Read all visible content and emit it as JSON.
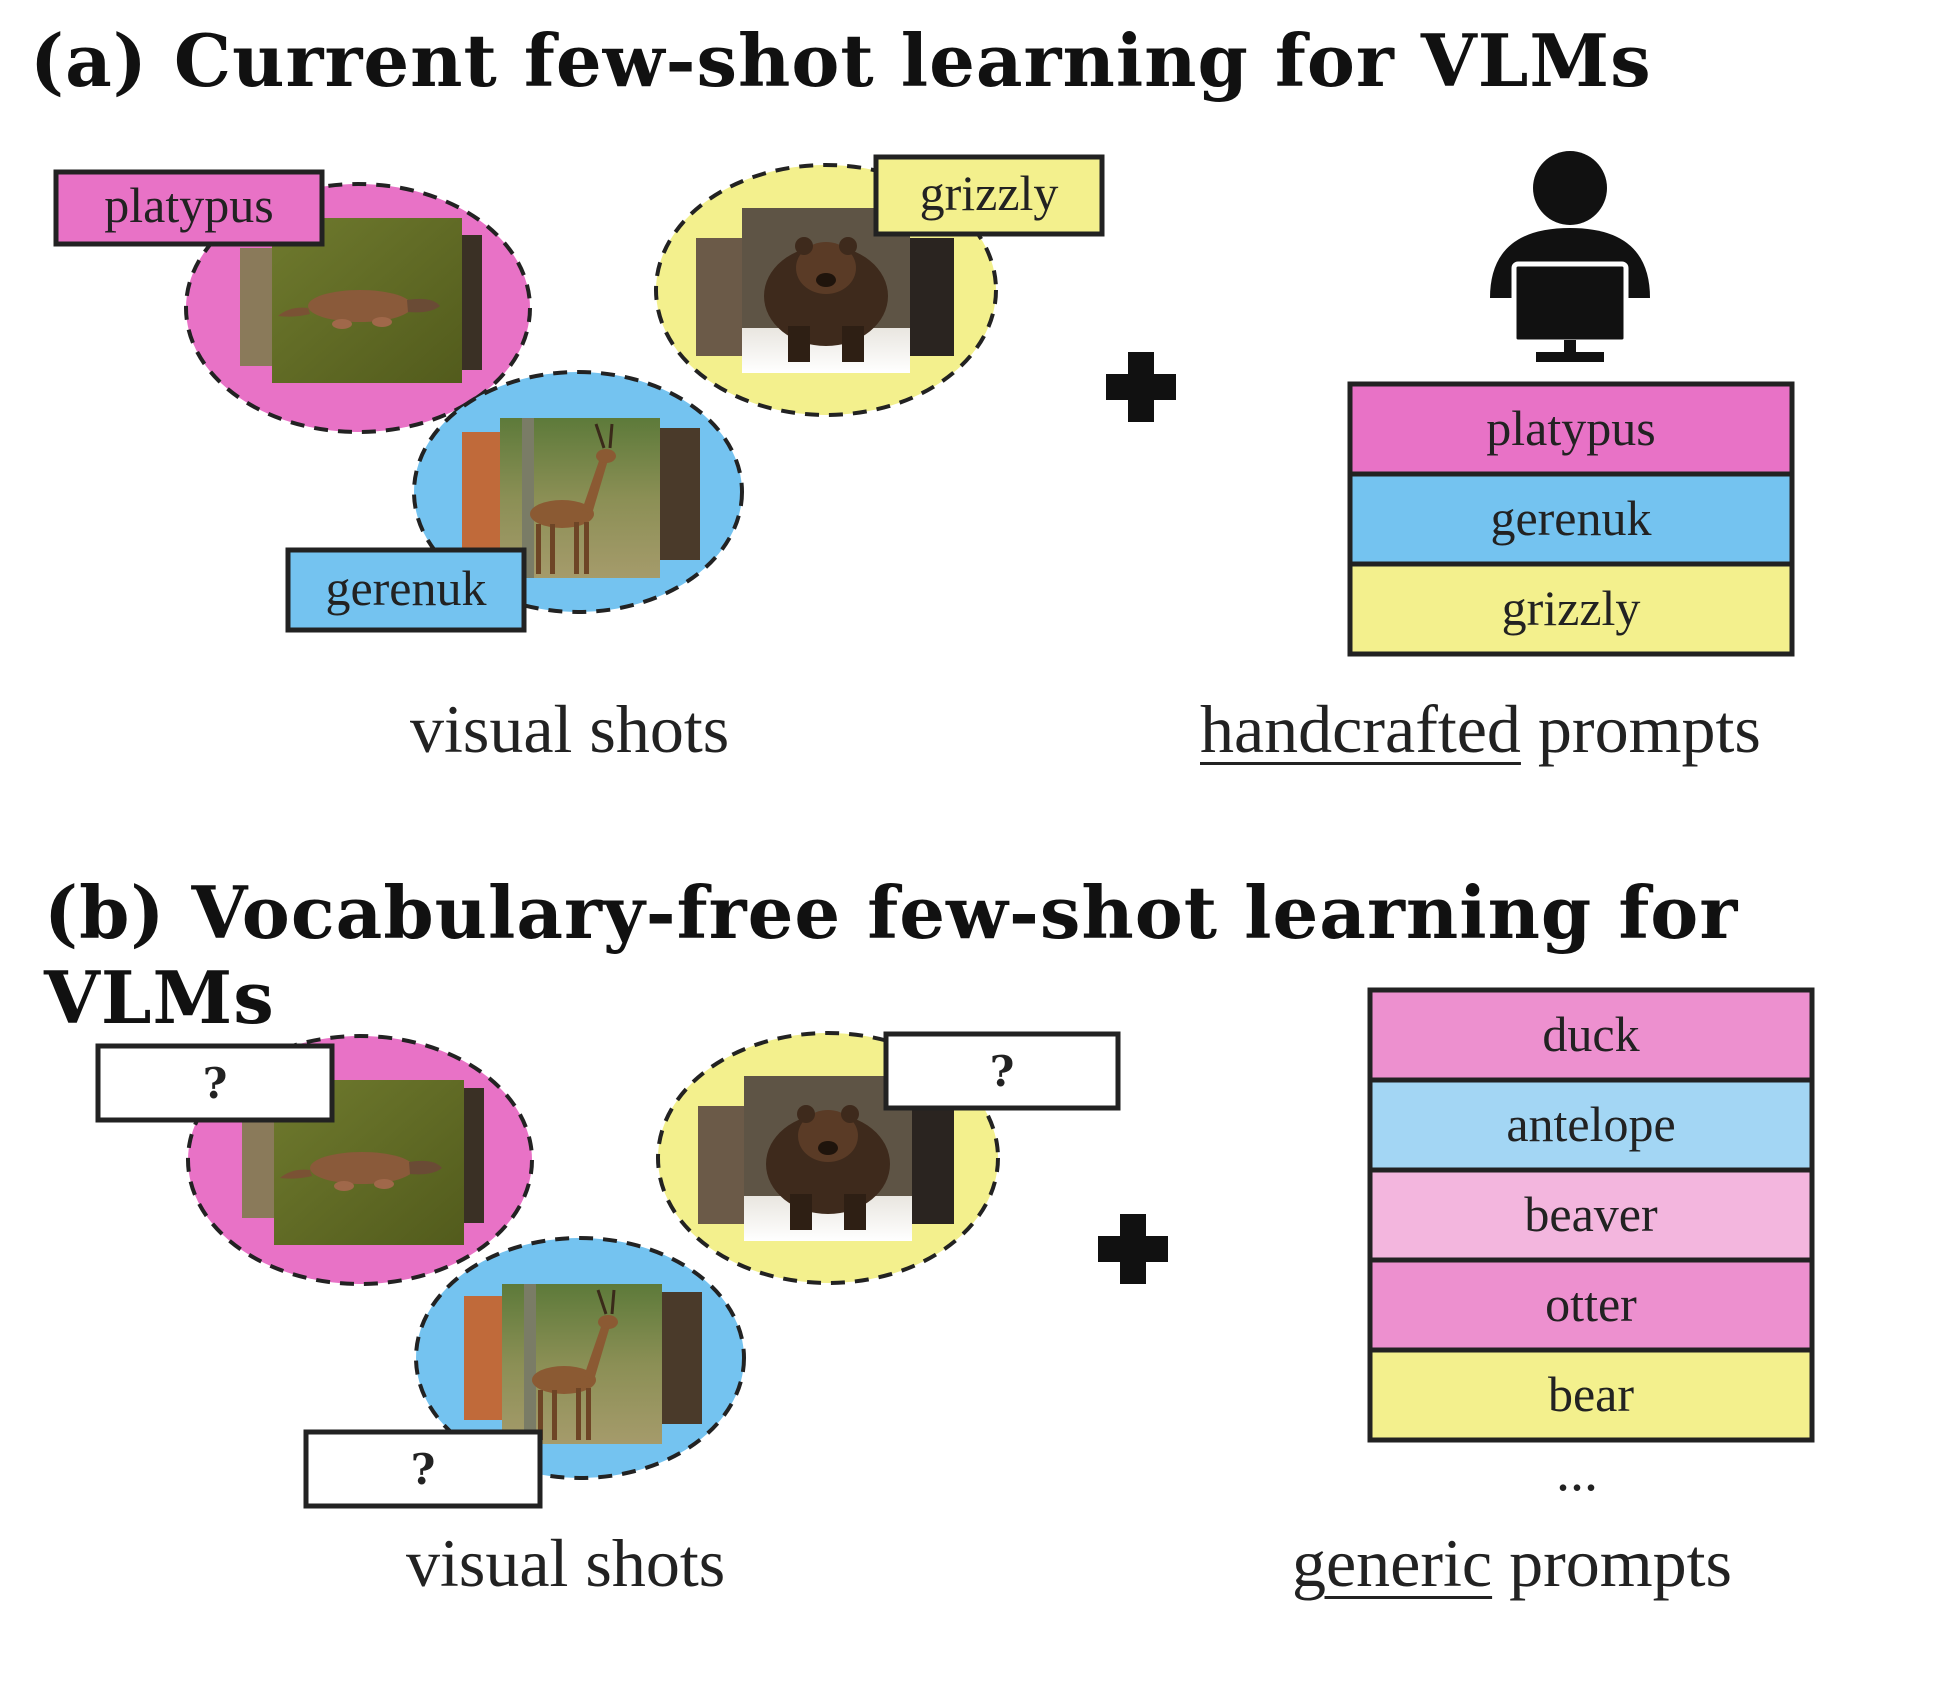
{
  "colors": {
    "magenta": "#e872c6",
    "blue": "#74c3f0",
    "yellow": "#f3f08d",
    "light_blue": "#a3d6f4",
    "light_pink": "#f3b6de",
    "mid_pink": "#ed90cf"
  },
  "panel_a": {
    "title": "(a) Current few-shot learning for VLMs",
    "shot_labels": {
      "platypus": "platypus",
      "grizzly": "grizzly",
      "gerenuk": "gerenuk"
    },
    "visual_caption": "visual shots",
    "prompts": [
      "platypus",
      "gerenuk",
      "grizzly"
    ],
    "prompts_caption_underlined": "handcrafted",
    "prompts_caption_rest": " prompts",
    "icons": [
      "plus-icon",
      "person-at-computer-icon"
    ]
  },
  "panel_b": {
    "title": "(b) Vocabulary-free few-shot learning for VLMs",
    "shot_labels": {
      "platypus": "?",
      "grizzly": "?",
      "gerenuk": "?"
    },
    "visual_caption": "visual shots",
    "prompts": [
      "duck",
      "antelope",
      "beaver",
      "otter",
      "bear"
    ],
    "prompts_more": "...",
    "prompts_caption_underlined": "generic",
    "prompts_caption_rest": " prompts",
    "icons": [
      "plus-icon"
    ]
  }
}
